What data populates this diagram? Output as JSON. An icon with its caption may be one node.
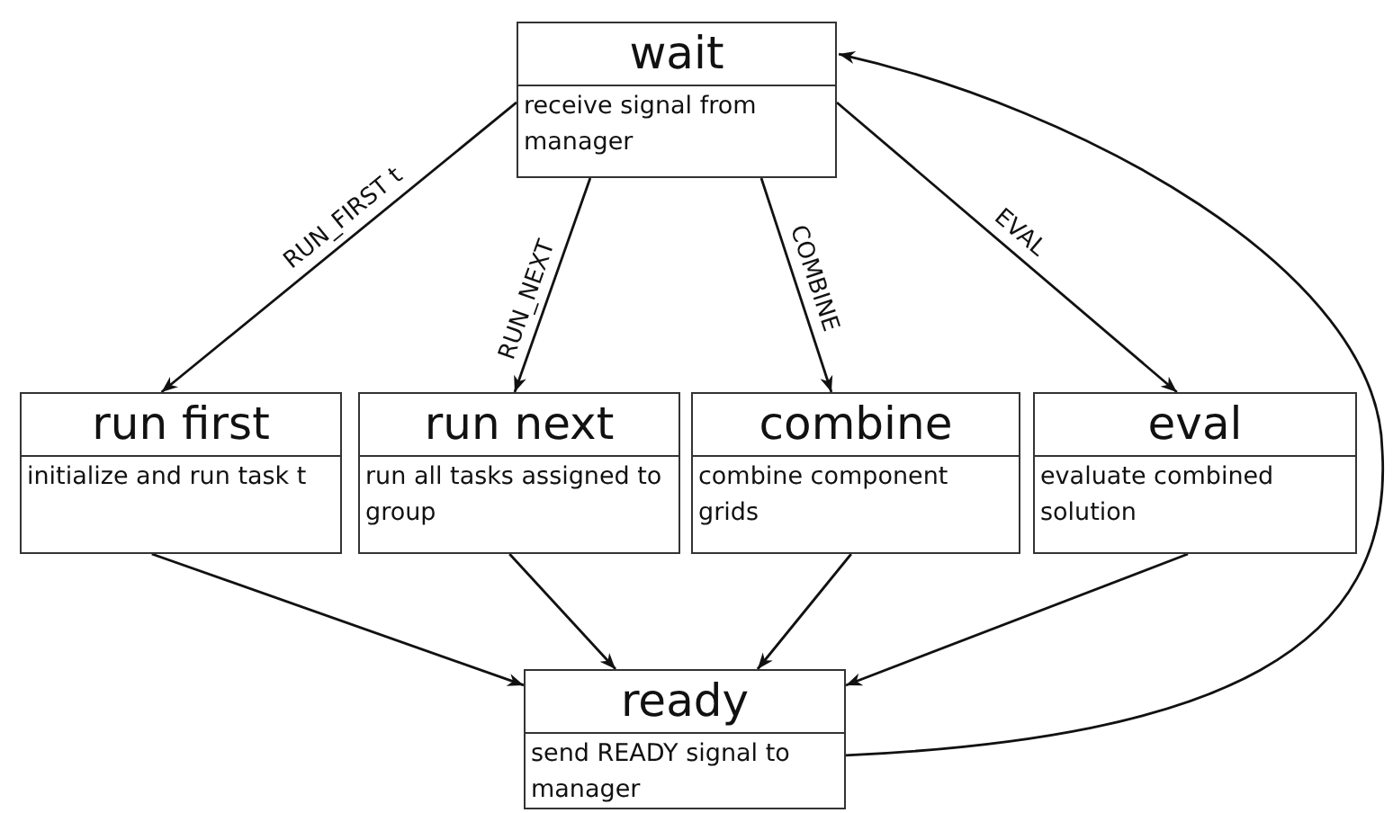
{
  "diagram": {
    "nodes": [
      {
        "text": [
          "wait",
          "receive signal from manager"
        ]
      },
      {
        "text": [
          "run first",
          "initialize and run task t"
        ]
      },
      {
        "text": [
          "run next",
          "run all tasks assigned to group"
        ]
      },
      {
        "text": [
          "combine",
          "combine component grids"
        ]
      },
      {
        "text": [
          "eval",
          "evaluate combined solution"
        ]
      },
      {
        "text": [
          "ready",
          "send READY signal to manager"
        ]
      }
    ],
    "edges": [
      {
        "from": 0,
        "to": 1,
        "arrow": "to",
        "label": "RUN_FIRST t"
      },
      {
        "from": 0,
        "to": 2,
        "arrow": "to",
        "label": "RUN_NEXT"
      },
      {
        "from": 0,
        "to": 3,
        "arrow": "to",
        "label": "COMBINE"
      },
      {
        "from": 0,
        "to": 4,
        "arrow": "to",
        "label": "EVAL"
      },
      {
        "from": 1,
        "to": 5,
        "arrow": "to"
      },
      {
        "from": 2,
        "to": 5,
        "arrow": "to"
      },
      {
        "from": 3,
        "to": 5,
        "arrow": "to"
      },
      {
        "from": 4,
        "to": 5,
        "arrow": "to"
      },
      {
        "from": 5,
        "to": 0,
        "arrow": "to"
      }
    ]
  }
}
